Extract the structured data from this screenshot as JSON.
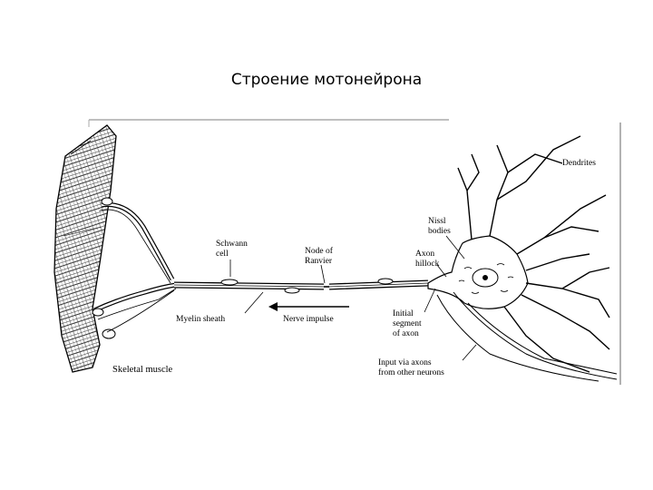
{
  "slide": {
    "title": "Строение мотонейрона"
  },
  "diagram": {
    "labels": {
      "dendrites": "Dendrites",
      "nissl_line1": "Nissl",
      "nissl_line2": "bodies",
      "axon_hillock_line1": "Axon",
      "axon_hillock_line2": "hillock",
      "schwann_line1": "Schwann",
      "schwann_line2": "cell",
      "node_line1": "Node of",
      "node_line2": "Ranvier",
      "myelin": "Myelin sheath",
      "nerve_impulse": "Nerve impulse",
      "initial_segment_line1": "Initial",
      "initial_segment_line2": "segment",
      "initial_segment_line3": "of axon",
      "input_line1": "Input via axons",
      "input_line2": "from other neurons",
      "skeletal_muscle": "Skeletal muscle"
    }
  }
}
